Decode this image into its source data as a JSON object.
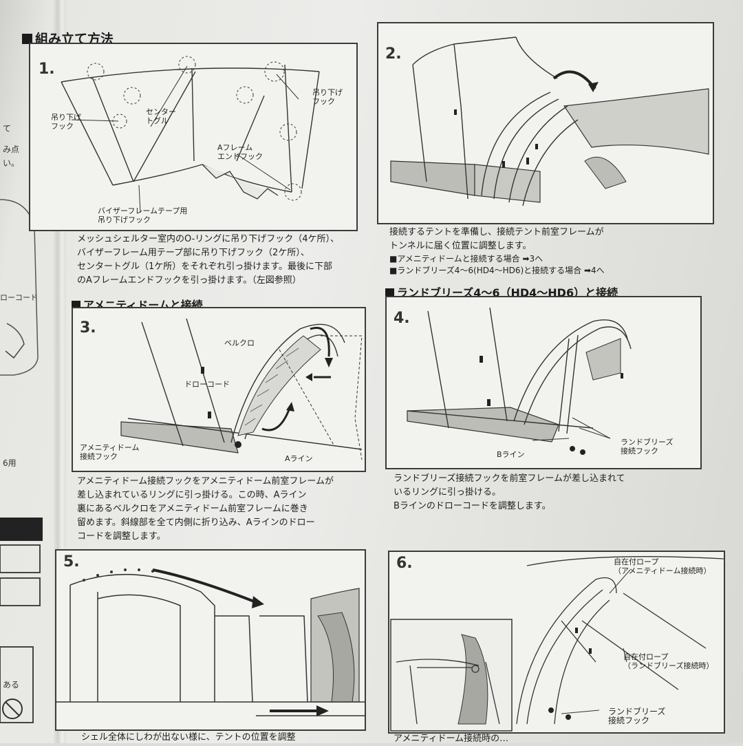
{
  "section_heading": "組み立て方法",
  "left_strip": {
    "fragments": [
      "て",
      "み点",
      "い。",
      "ローコード",
      "6用",
      "ある"
    ]
  },
  "steps": [
    {
      "number": "1.",
      "labels": {
        "hook_left": "吊り下げ\nフック",
        "center_toggle": "センター\nトグル",
        "hook_right": "吊り下げ\nフック",
        "a_frame_end_hook": "Aフレーム\nエンドフック",
        "visor_hook": "バイザーフレームテープ用\n吊り下げフック"
      },
      "caption": [
        "メッシュシェルター室内のO-リングに吊り下げフック（4ケ所）、",
        "バイザーフレーム用テープ部に吊り下げフック（2ケ所）、",
        "センタートグル（1ケ所）をそれぞれ引っ掛けます。最後に下部",
        "のAフレームエンドフックを引っ掛けます。（左図参照）"
      ]
    },
    {
      "number": "2.",
      "caption": [
        "接続するテントを準備し、接続テント前室フレームが",
        "トンネルに届く位置に調整します。",
        "■アメニティドームと接続する場合 ➡3へ",
        "■ランドブリーズ4〜6(HD4〜HD6)と接続する場合 ➡4へ"
      ]
    },
    {
      "number": "3.",
      "heading": "アメニティドームと接続",
      "labels": {
        "velcro": "ベルクロ",
        "draw_cord": "ドローコード",
        "amenity_hook": "アメニティドーム\n接続フック",
        "a_line": "Aライン"
      },
      "caption": [
        "アメニティドーム接続フックをアメニティドーム前室フレームが",
        "差し込まれているリングに引っ掛ける。この時、Aライン",
        "裏にあるベルクロをアメニティドーム前室フレームに巻き",
        "留めます。斜線部を全て内側に折り込み、Aラインのドロー",
        "コードを調整します。"
      ]
    },
    {
      "number": "4.",
      "heading": "ランドブリーズ4〜6（HD4〜HD6）と接続",
      "labels": {
        "b_line": "Bライン",
        "land_hook": "ランドブリーズ\n接続フック"
      },
      "caption": [
        "ランドブリーズ接続フックを前室フレームが差し込まれて",
        "いるリングに引っ掛ける。",
        "Bラインのドローコードを調整します。"
      ]
    },
    {
      "number": "5.",
      "caption": [
        "シェル全体にしわが出ない様に、テントの位置を調整"
      ]
    },
    {
      "number": "6.",
      "labels": {
        "rope_amenity": "自在付ロープ\n（アメニティドーム接続時）",
        "rope_land": "自在付ロープ\n（ランドブリーズ接続時）",
        "land_hook": "ランドブリーズ\n接続フック"
      },
      "caption": [
        "アメニティドーム接続時の…"
      ]
    }
  ]
}
